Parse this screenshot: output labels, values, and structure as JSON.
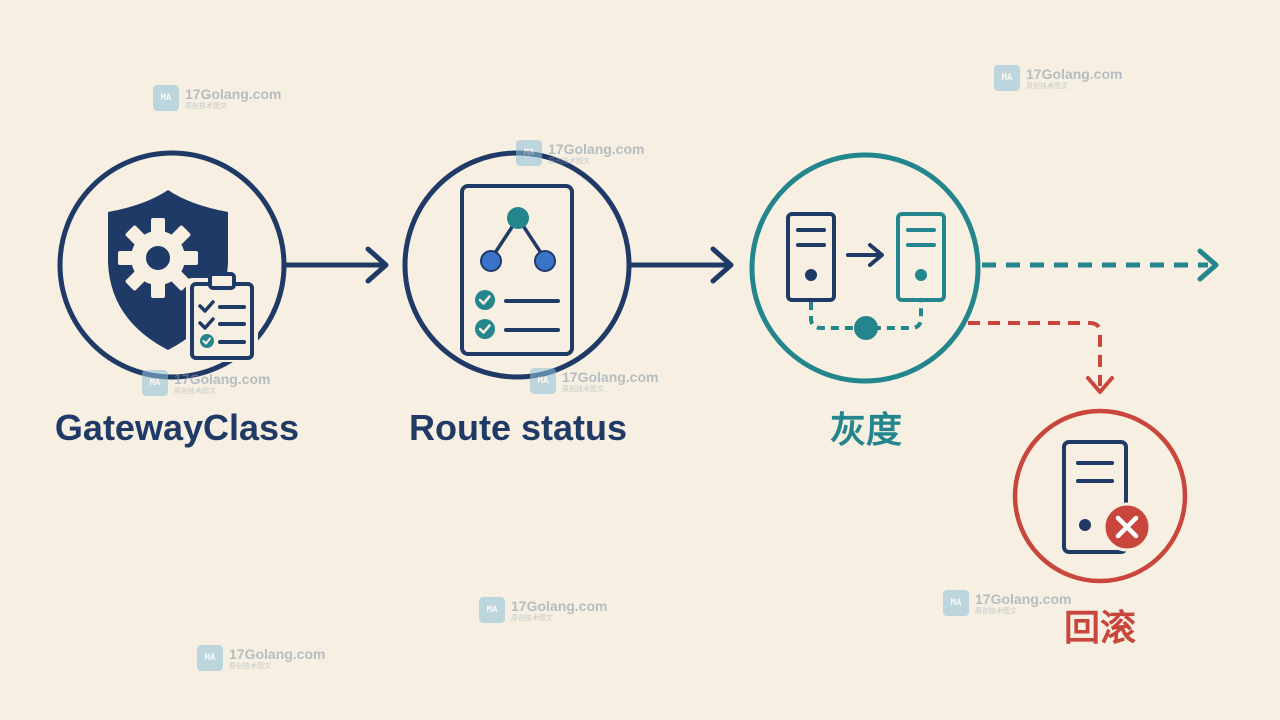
{
  "steps": {
    "gatewayclass": {
      "label": "GatewayClass"
    },
    "route_status": {
      "label": "Route status"
    },
    "canary": {
      "label": "灰度"
    },
    "rollback": {
      "label": "回滚"
    }
  },
  "watermark": {
    "name": "17Golang.com",
    "sub": "原创技术图文",
    "logo": "MA"
  },
  "colors": {
    "navy": "#1f3a66",
    "teal": "#23868c",
    "red": "#c9463d",
    "blue": "#3a74c8",
    "background": "#f7efe1"
  },
  "icons": {
    "gatewayclass": "shield-gear-clipboard-icon",
    "route_status": "route-document-checklist-icon",
    "canary": "server-traffic-shift-icon",
    "rollback": "server-error-icon"
  }
}
